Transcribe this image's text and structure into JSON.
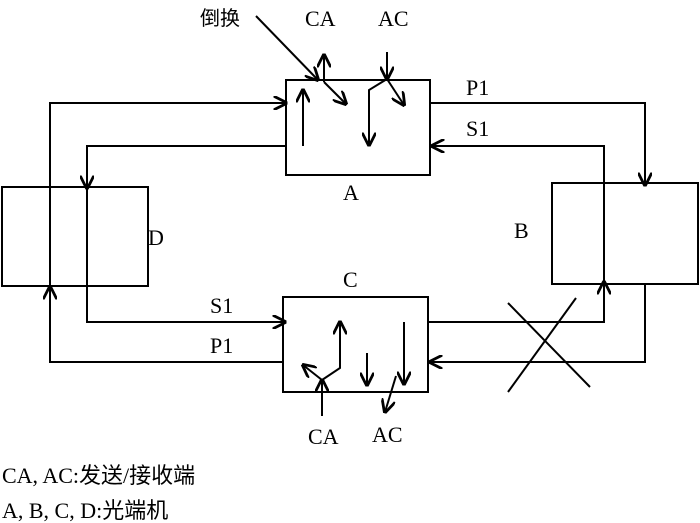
{
  "annotation": {
    "reverse_label": "倒换"
  },
  "nodes": {
    "a": {
      "label": "A"
    },
    "b": {
      "label": "B"
    },
    "c": {
      "label": "C"
    },
    "d": {
      "label": "D"
    }
  },
  "ports": {
    "top_ca": "CA",
    "top_ac": "AC",
    "bottom_ca": "CA",
    "bottom_ac": "AC"
  },
  "fibers": {
    "top_p1": "P1",
    "top_s1": "S1",
    "bottom_s1": "S1",
    "bottom_p1": "P1"
  },
  "legend": {
    "line1": "CA, AC:发送/接收端",
    "line2": "A, B, C, D:光端机"
  }
}
